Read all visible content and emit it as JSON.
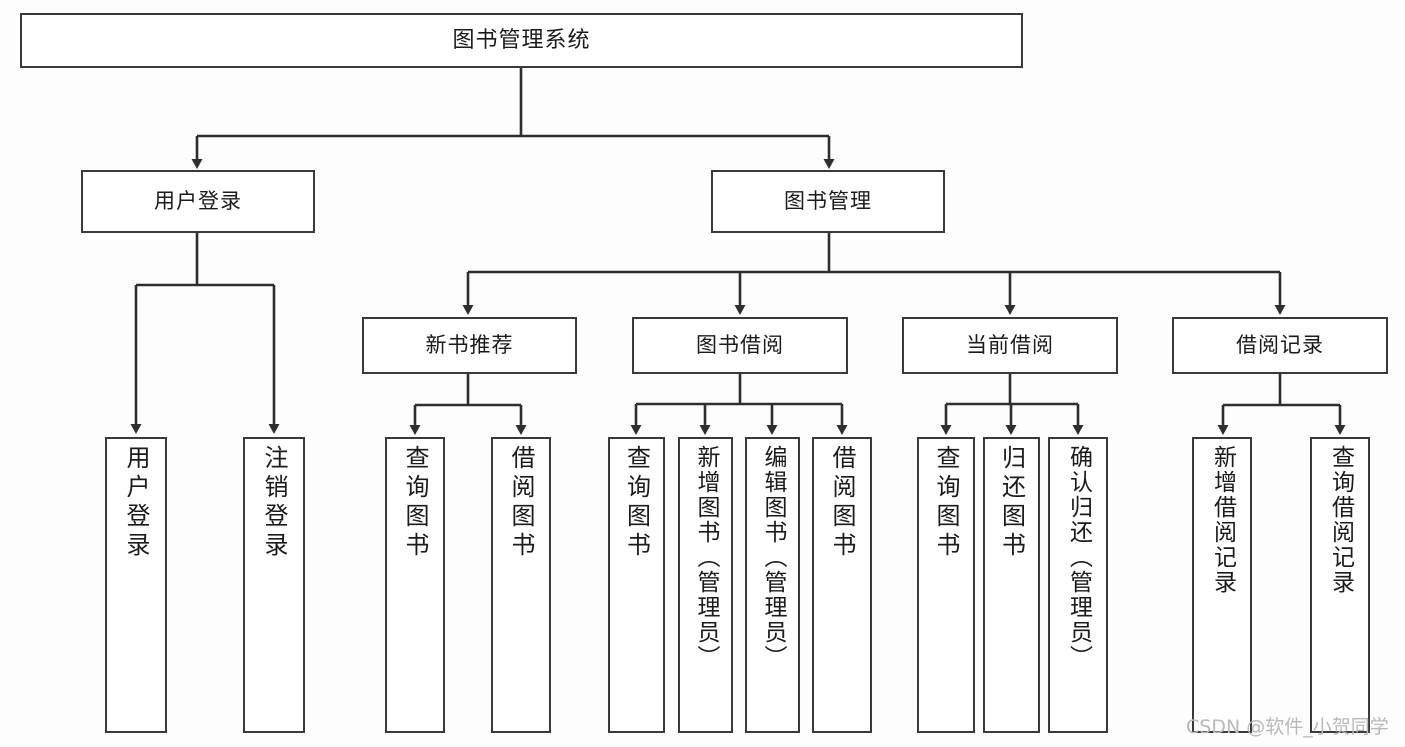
{
  "diagram": {
    "title": "图书管理系统",
    "type": "hierarchy-tree",
    "watermark": "CSDN @软件_小贺同学",
    "colors": {
      "background": "#fdfdfd",
      "node_fill": "#ffffff",
      "node_border": "#3a3a3a",
      "connector": "#2e2e2e",
      "text": "#1b1b1b",
      "watermark": "#b9b9b9"
    },
    "levels": {
      "root": "图书管理系统",
      "level2": [
        "用户登录",
        "图书管理"
      ],
      "level3": [
        "新书推荐",
        "图书借阅",
        "当前借阅",
        "借阅记录"
      ]
    },
    "nodes": {
      "root": {
        "label": "图书管理系统"
      },
      "user_login": {
        "label": "用户登录"
      },
      "book_manage": {
        "label": "图书管理"
      },
      "new_book_rec": {
        "label": "新书推荐"
      },
      "book_borrow": {
        "label": "图书借阅"
      },
      "current_borrow": {
        "label": "当前借阅"
      },
      "borrow_record": {
        "label": "借阅记录"
      }
    },
    "leaves": {
      "user_login": [
        {
          "label": "用户登录"
        },
        {
          "label": "注销登录"
        }
      ],
      "new_book_rec": [
        {
          "label": "查询图书"
        },
        {
          "label": "借阅图书"
        }
      ],
      "book_borrow": [
        {
          "label": "查询图书"
        },
        {
          "label": "新增图书（管理员）"
        },
        {
          "label": "编辑图书（管理员）"
        },
        {
          "label": "借阅图书"
        }
      ],
      "current_borrow": [
        {
          "label": "查询图书"
        },
        {
          "label": "归还图书"
        },
        {
          "label": "确认归还（管理员）"
        }
      ],
      "borrow_record": [
        {
          "label": "新增借阅记录"
        },
        {
          "label": "查询借阅记录"
        }
      ]
    }
  }
}
